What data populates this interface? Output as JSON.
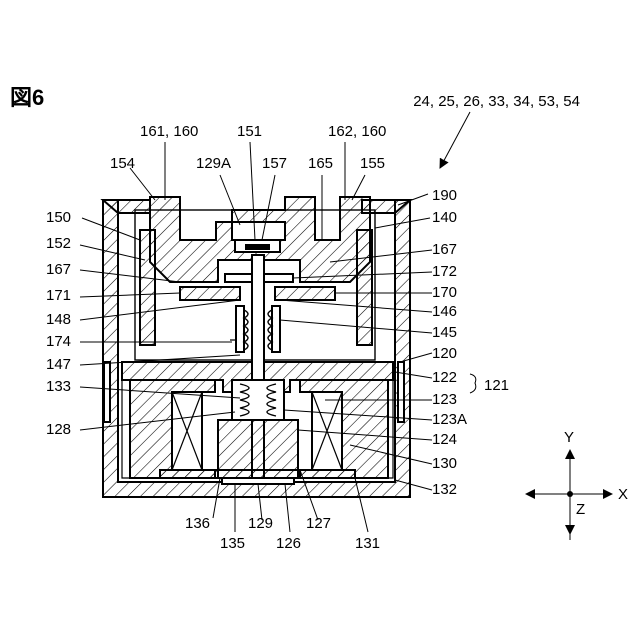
{
  "figure": {
    "title": "図6"
  },
  "header_refs": "24, 25, 26, 33, 34, 53, 54",
  "labels": {
    "l161_160": "161, 160",
    "l151": "151",
    "l162_160": "162, 160",
    "l154": "154",
    "l129A": "129A",
    "l157": "157",
    "l165": "165",
    "l155": "155",
    "l190": "190",
    "l150": "150",
    "l140": "140",
    "l152": "152",
    "l167a": "167",
    "l167b": "167",
    "l172": "172",
    "l171": "171",
    "l170": "170",
    "l148": "148",
    "l146": "146",
    "l174": "174",
    "l145": "145",
    "l147": "147",
    "l120": "120",
    "l122": "122",
    "l121": "121",
    "l133": "133",
    "l123": "123",
    "l123A": "123A",
    "l128": "128",
    "l124": "124",
    "l130": "130",
    "l132": "132",
    "l136": "136",
    "l135": "135",
    "l129": "129",
    "l126": "126",
    "l127": "127",
    "l131": "131"
  },
  "axes": {
    "y": "Y",
    "x": "X",
    "z": "Z"
  }
}
